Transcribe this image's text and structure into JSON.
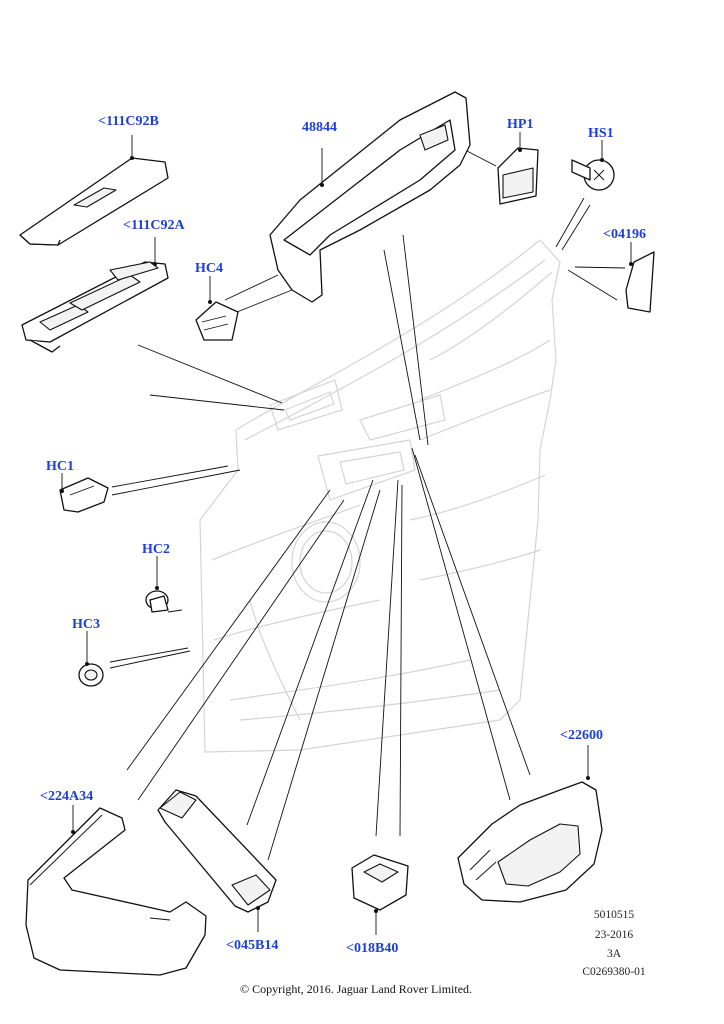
{
  "labels": {
    "bezel_upper": "<111C92B",
    "bezel_lower": "<111C92A",
    "trim_panel": "48844",
    "hp1": "HP1",
    "hs1": "HS1",
    "speaker_cover": "<04196",
    "hc4": "HC4",
    "hc1": "HC1",
    "hc2": "HC2",
    "hc3": "HC3",
    "handle_trim": "<224A34",
    "pull_handle": "<045B14",
    "switch": "<018B40",
    "release_handle": "<22600"
  },
  "info": {
    "line1": "5010515",
    "line2": "23-2016",
    "line3": "3A",
    "line4": "C0269380-01"
  },
  "copyright": "© Copyright, 2016. Jaguar Land Rover Limited."
}
